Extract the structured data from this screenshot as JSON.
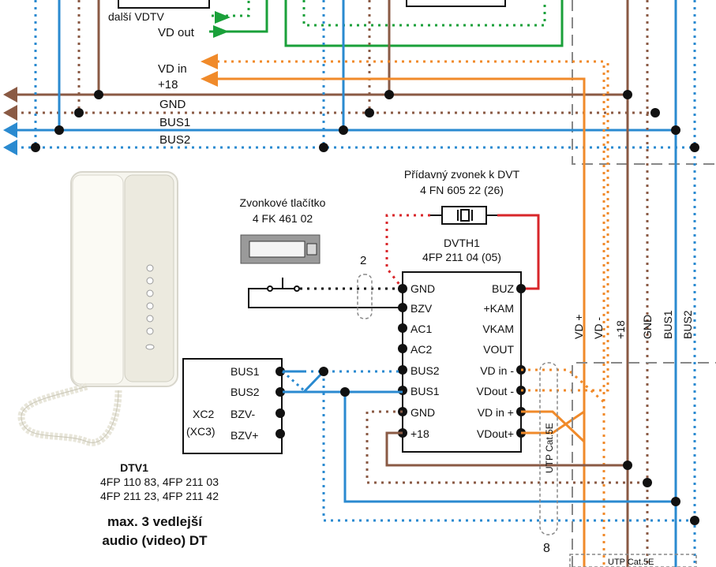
{
  "top": {
    "dalsi_vdtv": "další VDTV",
    "vd_out": "VD out",
    "vd_in": "VD in",
    "plus18": "+18"
  },
  "bus_labels": {
    "gnd": "GND",
    "bus1": "BUS1",
    "bus2": "BUS2"
  },
  "bell": {
    "title": "Přídavný zvonek k DVT",
    "code": "4 FN 605 22 (26)"
  },
  "button": {
    "title": "Zvonkové tlačítko",
    "code": "4 FK 461 02"
  },
  "unit": {
    "name": "DVTH1",
    "code": "4FP 211 04 (05)",
    "left_pins": [
      "GND",
      "BZV",
      "AC1",
      "AC2",
      "BUS2",
      "BUS1",
      "GND",
      "+18"
    ],
    "right_pins": [
      "BUZ",
      "+KAM",
      "VKAM",
      "VOUT",
      "VD in -",
      "VDout -",
      "VD in +",
      "VDout+"
    ]
  },
  "xc2": {
    "pins": [
      "BUS1",
      "BUS2",
      "BZV-",
      "BZV+"
    ],
    "label1": "XC2",
    "label2": "(XC3)"
  },
  "wire_count_button": "2",
  "wire_count_cable": "8",
  "cable_label": "UTP Cat.5E",
  "vertical_labels": [
    "VD +",
    "VD -",
    "+18",
    "GND",
    "BUS1",
    "BUS2"
  ],
  "dtv": {
    "title": "DTV1",
    "codes1": "4FP 110 83, 4FP 211 03",
    "codes2": "4FP 211 23, 4FP 211 42",
    "note1": "max. 3 vedlejší",
    "note2": "audio (video) DT"
  },
  "colors": {
    "brown": "#8a5a44",
    "blue": "#2a8ad0",
    "green": "#1aa03a",
    "orange": "#f08a2a",
    "red": "#d8262a",
    "black": "#111111",
    "gray": "#888888"
  }
}
